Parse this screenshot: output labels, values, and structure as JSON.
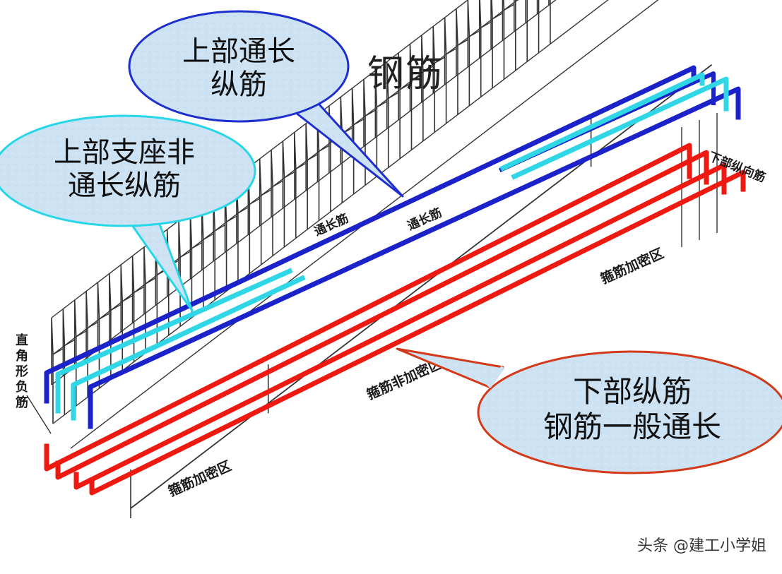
{
  "title": "钢筋",
  "callouts": {
    "top_through": {
      "lines": [
        "上部通长",
        "纵筋"
      ]
    },
    "support_non_through": {
      "lines": [
        "上部支座非",
        "通长纵筋"
      ]
    },
    "bottom": {
      "lines": [
        "下部纵筋",
        "钢筋一般通长"
      ]
    }
  },
  "labels": {
    "through_bar_1": "通长筋",
    "through_bar_2": "通长筋",
    "bottom_long_bar": "下部纵向筋",
    "stirrup_dense_left": "箍筋加密区",
    "stirrup_non_dense": "箍筋非加密区",
    "stirrup_dense_right": "箍筋加密区",
    "right_angle_neg_bar": "直角形负筋"
  },
  "watermark": "头条 @建工小学姐",
  "colors": {
    "top_through_bar": "#1b22c9",
    "support_bar": "#2ed6e6",
    "bottom_bar": "#ee1a12",
    "frame": "#333333",
    "bubble_blue": "#cfe3f3",
    "bubble_outline_blue": "#1e2fd0",
    "bubble_outline_cyan": "#27d7e8",
    "bubble_outline_red": "#d23a1a"
  }
}
